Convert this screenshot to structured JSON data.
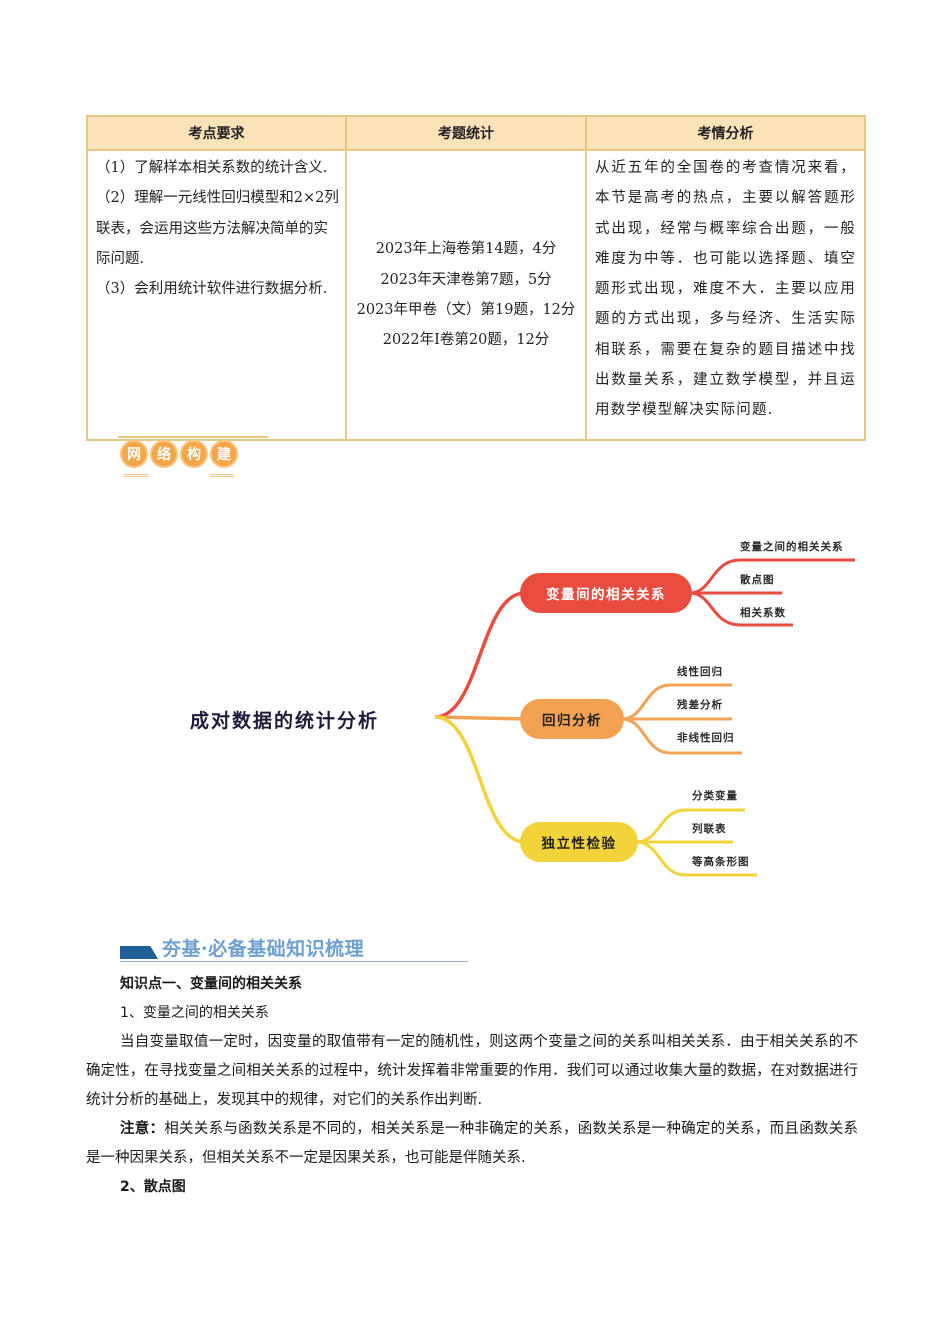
{
  "exam_table": {
    "headers": [
      "考点要求",
      "考题统计",
      "考情分析"
    ],
    "requirements": [
      "（1）了解样本相关系数的统计含义.",
      "（2）理解一元线性回归模型和2×2列联表，会运用这些方法解决简单的实际问题.",
      "（3）会利用统计软件进行数据分析."
    ],
    "statistics": [
      "2023年上海卷第14题，4分",
      "2023年天津卷第7题，5分",
      "2023年甲卷（文）第19题，12分",
      "2022年I卷第20题，12分"
    ],
    "analysis": "从近五年的全国卷的考查情况来看，本节是高考的热点，主要以解答题形式出现，经常与概率综合出题，一般难度为中等．也可能以选择题、填空题形式出现，难度不大．主要以应用题的方式出现，多与经济、生活实际相联系，需要在复杂的题目描述中找出数量关系，建立数学模型，并且运用数学模型解决实际问题."
  },
  "network_badge": {
    "chars": [
      "网",
      "络",
      "构",
      "建"
    ]
  },
  "mindmap": {
    "root": "成对数据的统计分析",
    "colors": {
      "red": "#ea4b3f",
      "orange": "#f3a153",
      "yellow": "#f2d43a"
    },
    "branches": [
      {
        "label": "变量间的相关关系",
        "color": "red",
        "leaves": [
          "变量之间的相关关系",
          "散点图",
          "相关系数"
        ]
      },
      {
        "label": "回归分析",
        "color": "orange",
        "leaves": [
          "线性回归",
          "残差分析",
          "非线性回归"
        ]
      },
      {
        "label": "独立性检验",
        "color": "yellow",
        "leaves": [
          "分类变量",
          "列联表",
          "等高条形图"
        ]
      }
    ]
  },
  "section": {
    "title": "夯基·必备基础知识梳理",
    "accent": "#1f5e96"
  },
  "content": {
    "kp1_title": "知识点一、变量间的相关关系",
    "s1_title": "1、变量之间的相关关系",
    "s1_para": "当自变量取值一定时，因变量的取值带有一定的随机性，则这两个变量之间的关系叫相关关系．由于相关关系的不确定性，在寻找变量之间相关关系的过程中，统计发挥着非常重要的作用．我们可以通过收集大量的数据，在对数据进行统计分析的基础上，发现其中的规律，对它们的关系作出判断.",
    "note_label": "注意：",
    "note_text": "相关关系与函数关系是不同的，相关关系是一种非确定的关系，函数关系是一种确定的关系，而且函数关系是一种因果关系，但相关关系不一定是因果关系，也可能是伴随关系.",
    "s2_title": "2、散点图"
  }
}
